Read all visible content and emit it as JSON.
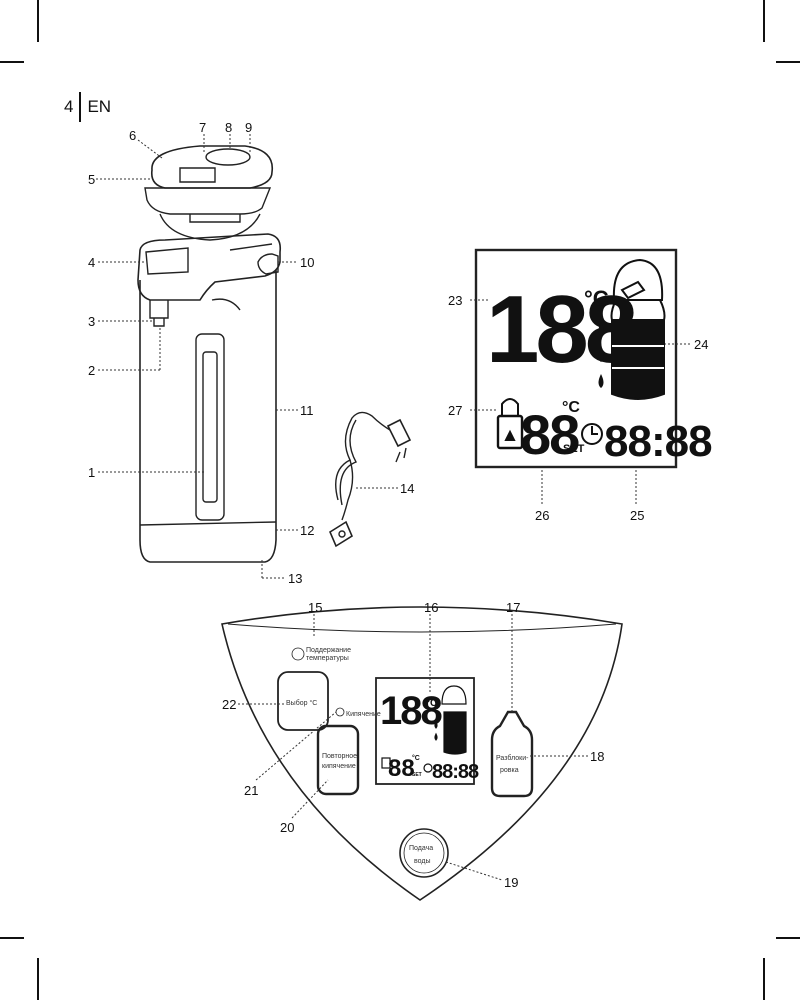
{
  "page": {
    "number": "4",
    "language": "EN"
  },
  "callouts": {
    "c1": "1",
    "c2": "2",
    "c3": "3",
    "c4": "4",
    "c5": "5",
    "c6": "6",
    "c7": "7",
    "c8": "8",
    "c9": "9",
    "c10": "10",
    "c11": "11",
    "c12": "12",
    "c13": "13",
    "c14": "14",
    "c15": "15",
    "c16": "16",
    "c17": "17",
    "c18": "18",
    "c19": "19",
    "c20": "20",
    "c21": "21",
    "c22": "22",
    "c23": "23",
    "c24": "24",
    "c25": "25",
    "c26": "26",
    "c27": "27"
  },
  "lcd": {
    "temp": "188",
    "unit": "°C",
    "set_temp": "88",
    "set_unit": "°C",
    "set_label": "SET",
    "clock": "88:88"
  },
  "panel": {
    "keep_warm_line1": "Поддержание",
    "keep_warm_line2": "температуры",
    "select_temp": "Выбор °C",
    "boiling": "Кипячение",
    "reboil_line1": "Повторное",
    "reboil_line2": "кипячение",
    "unlock_line1": "Разблоки-",
    "unlock_line2": "ровка",
    "dispense_line1": "Подача",
    "dispense_line2": "воды"
  },
  "icons": {
    "lock": "lock-icon",
    "clock": "clock-icon",
    "kettle": "kettle-icon",
    "drops": "water-drop-icon",
    "plug": "power-plug-icon"
  }
}
